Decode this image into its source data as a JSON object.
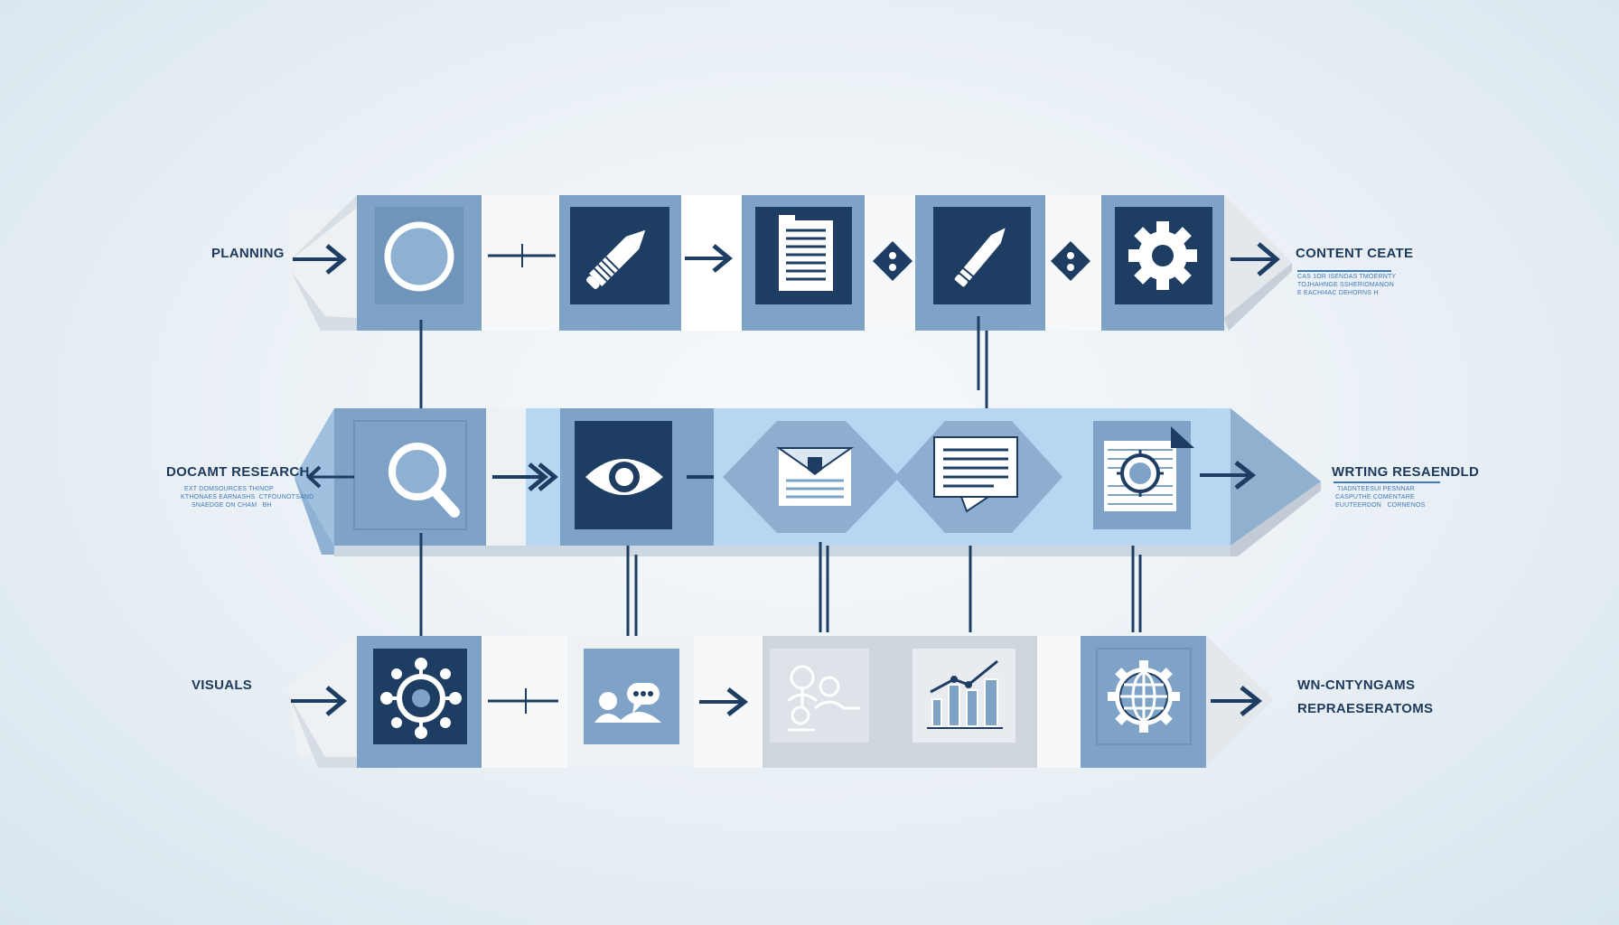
{
  "rows": [
    {
      "title": "PLANNING",
      "output_title": "CONTENT CEATE",
      "output_detail": [
        "CAS 1OR ISENDAS TMOERNTY",
        "TOJHAHNGE SSHERIOMANON",
        "E EACHI4AC DEHORNS H"
      ],
      "icons": [
        "magnifier-outline-icon",
        "pen-icon",
        "document-lines-icon",
        "pencil-icon",
        "gear-icon"
      ]
    },
    {
      "title": "DOCAMT RESEARCH",
      "title_detail": [
        "EXT DOMSOURCES THINOP",
        "KTHONAES EARNASHS  CTFOUNOTSAND",
        "SNAEDGE ON CHAM   BH"
      ],
      "output_title": "WRTING RESAENDLD",
      "output_detail": [
        "TIADNTEESUI PESNNAR",
        "CASPUTHE COMENTARE",
        "EUUTEERDON   CORNENOS"
      ],
      "icons": [
        "magnifier-icon",
        "eye-icon",
        "envelope-icon",
        "speech-doc-icon",
        "target-doc-icon"
      ]
    },
    {
      "title": "VISUALS",
      "output_title": "WN-CNTYNGAMS",
      "output_subtitle": "REPRAESERATOMS",
      "icons": [
        "network-node-icon",
        "chat-bubbles-icon",
        "people-chart-icon",
        "bar-chart-icon",
        "globe-gear-icon"
      ]
    }
  ],
  "colors": {
    "dark_navy": "#1e3d62",
    "mid_blue": "#7ea3c7",
    "light_blue": "#b7d6f1",
    "pale_gray": "#eef1f4",
    "gray_tile": "#cfd6dd",
    "arrow": "#1e3d62",
    "subtext": "#3f79b8"
  }
}
